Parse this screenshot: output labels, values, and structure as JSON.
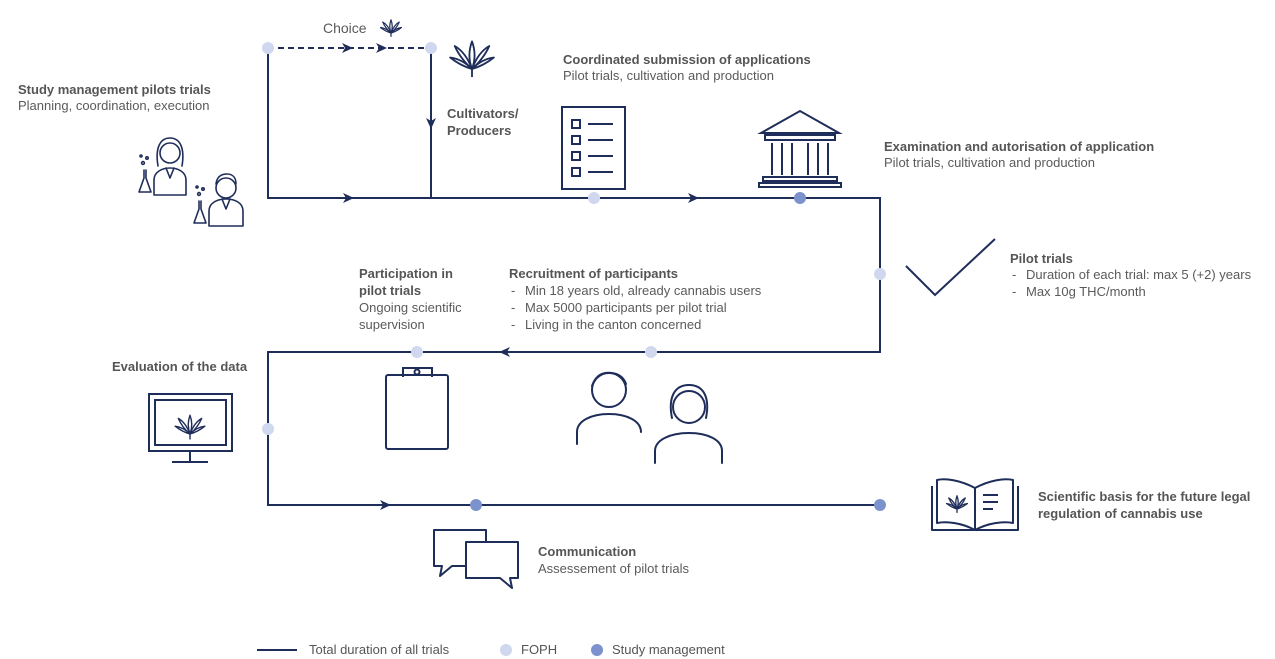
{
  "choice": {
    "label": "Choice"
  },
  "study_management": {
    "title": "Study management pilots trials",
    "subtitle": "Planning, coordination, execution"
  },
  "cultivators": {
    "line1": "Cultivators/",
    "line2": "Producers"
  },
  "coordinated": {
    "title": "Coordinated submission of applications",
    "subtitle": "Pilot trials, cultivation and production"
  },
  "examination": {
    "title": "Examination and autorisation of application",
    "subtitle": "Pilot trials, cultivation and production"
  },
  "pilot_trials": {
    "title": "Pilot trials",
    "items": [
      "Duration of each trial: max 5 (+2) years",
      "Max 10g THC/month"
    ]
  },
  "participation": {
    "line1": "Participation in",
    "line2": "pilot trials",
    "line3": "Ongoing scientific",
    "line4": "supervision"
  },
  "recruitment": {
    "title": "Recruitment of participants",
    "items": [
      "Min 18 years old, already cannabis users",
      "Max 5000 participants per pilot trial",
      "Living in the canton concerned"
    ]
  },
  "evaluation": {
    "title": "Evaluation of the data"
  },
  "scientific": {
    "line1": "Scientific basis for the future legal",
    "line2": "regulation of cannabis use"
  },
  "communication": {
    "title": "Communication",
    "subtitle": "Assessement of pilot trials"
  },
  "legend": {
    "line_label": "Total duration of all trials",
    "foph_label": "FOPH",
    "study_label": "Study management"
  },
  "colors": {
    "line": "#1f2d5a",
    "foph_dot": "#cfd8ee",
    "study_dot": "#7c92cc",
    "text": "#555555"
  },
  "icons": [
    "scientist-icon",
    "cannabis-leaf-icon",
    "form-list-icon",
    "government-building-icon",
    "checkmark-icon",
    "clipboard-icon",
    "people-icon",
    "monitor-icon",
    "open-book-icon",
    "speech-bubbles-icon"
  ]
}
